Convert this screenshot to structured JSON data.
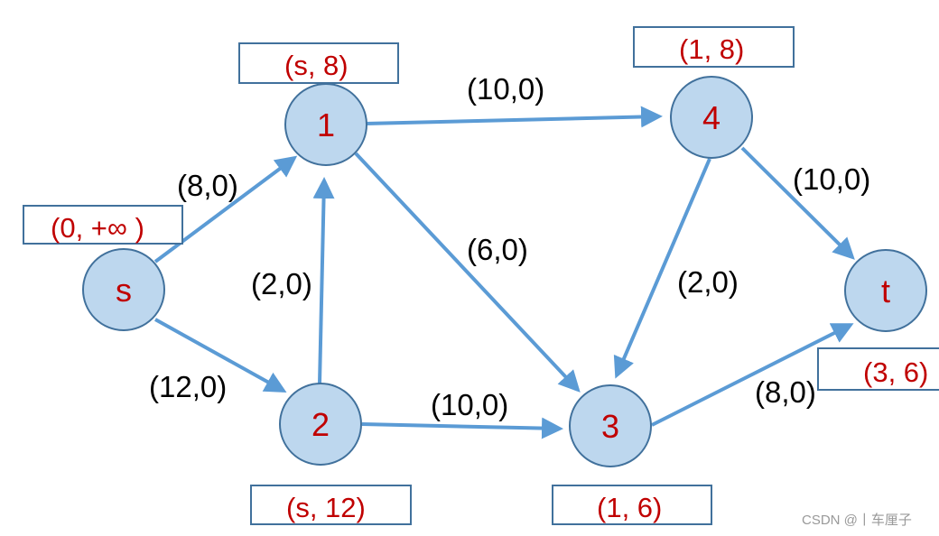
{
  "nodes": {
    "s": {
      "label": "s",
      "mark": "(0, +∞ )"
    },
    "n1": {
      "label": "1",
      "mark": "(s, 8)"
    },
    "n2": {
      "label": "2",
      "mark": "(s, 12)"
    },
    "n3": {
      "label": "3",
      "mark": "(1, 6)"
    },
    "n4": {
      "label": "4",
      "mark": "(1, 8)"
    },
    "t": {
      "label": "t",
      "mark": "(3, 6)"
    }
  },
  "edges": {
    "s_1": {
      "from": "s",
      "to": "1",
      "label": "(8,0)"
    },
    "s_2": {
      "from": "s",
      "to": "2",
      "label": "(12,0)"
    },
    "2_1": {
      "from": "2",
      "to": "1",
      "label": "(2,0)"
    },
    "1_4": {
      "from": "1",
      "to": "4",
      "label": "(10,0)"
    },
    "1_3": {
      "from": "1",
      "to": "3",
      "label": "(6,0)"
    },
    "2_3": {
      "from": "2",
      "to": "3",
      "label": "(10,0)"
    },
    "4_3": {
      "from": "4",
      "to": "3",
      "label": "(2,0)"
    },
    "4_t": {
      "from": "4",
      "to": "t",
      "label": "(10,0)"
    },
    "3_t": {
      "from": "3",
      "to": "t",
      "label": "(8,0)"
    }
  },
  "watermark": "CSDN @丨车厘子",
  "colors": {
    "edge": "#5B9BD5",
    "node_fill": "#BDD7EE",
    "node_stroke": "#41719C",
    "node_label": "#C00000",
    "capacity_label": "#000000"
  }
}
